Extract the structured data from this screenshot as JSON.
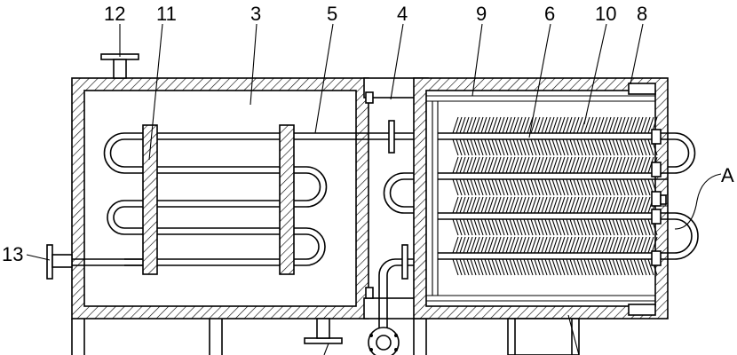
{
  "labels": {
    "l12": "12",
    "l11": "11",
    "l3": "3",
    "l5": "5",
    "l4": "4",
    "l9": "9",
    "l6": "6",
    "l10": "10",
    "l8": "8",
    "lA": "A",
    "l13": "13"
  }
}
